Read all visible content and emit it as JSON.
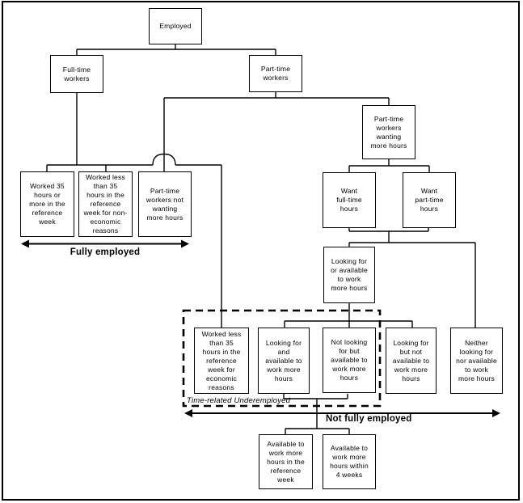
{
  "nodes": {
    "employed": "Employed",
    "full_time_workers": "Full-time\nworkers",
    "part_time_workers": "Part-time\nworkers",
    "worked_35_or_more": "Worked 35\nhours or\nmore in the\nreference\nweek",
    "worked_less_non_economic": "Worked less\nthan 35\nhours in the\nreference\nweek for non-\neconomic\nreasons",
    "pt_not_wanting_more": "Part-time\nworkers not\nwanting\nmore hours",
    "pt_wanting_more": "Part-time\nworkers\nwanting\nmore hours",
    "want_full_time": "Want\nfull-time\nhours",
    "want_part_time": "Want\npart-time\nhours",
    "looking_or_available": "Looking for\nor available\nto work\nmore hours",
    "worked_less_economic": "Worked less\nthan 35\nhours in the\nreference\nweek for\neconomic\nreasons",
    "looking_and_available": "Looking for\nand\navailable to\nwork more\nhours",
    "not_looking_but_available": "Not looking\nfor but\navailable to\nwork more\nhours",
    "looking_but_not_available": "Looking for\nbut not\navailable to\nwork more\nhours",
    "neither_looking_nor_available": "Neither\nlooking for\nnor available\nto work\nmore hours",
    "available_reference_week": "Available to\nwork more\nhours in the\nreference\nweek",
    "available_4_weeks": "Available to\nwork more\nhours within\n4 weeks"
  },
  "annotations": {
    "fully_employed": "Fully employed",
    "time_related_underemployed": "Time-related Underemployed",
    "not_fully_employed": "Not fully employed"
  },
  "colors": {
    "line": "#000000",
    "background": "#ffffff"
  }
}
